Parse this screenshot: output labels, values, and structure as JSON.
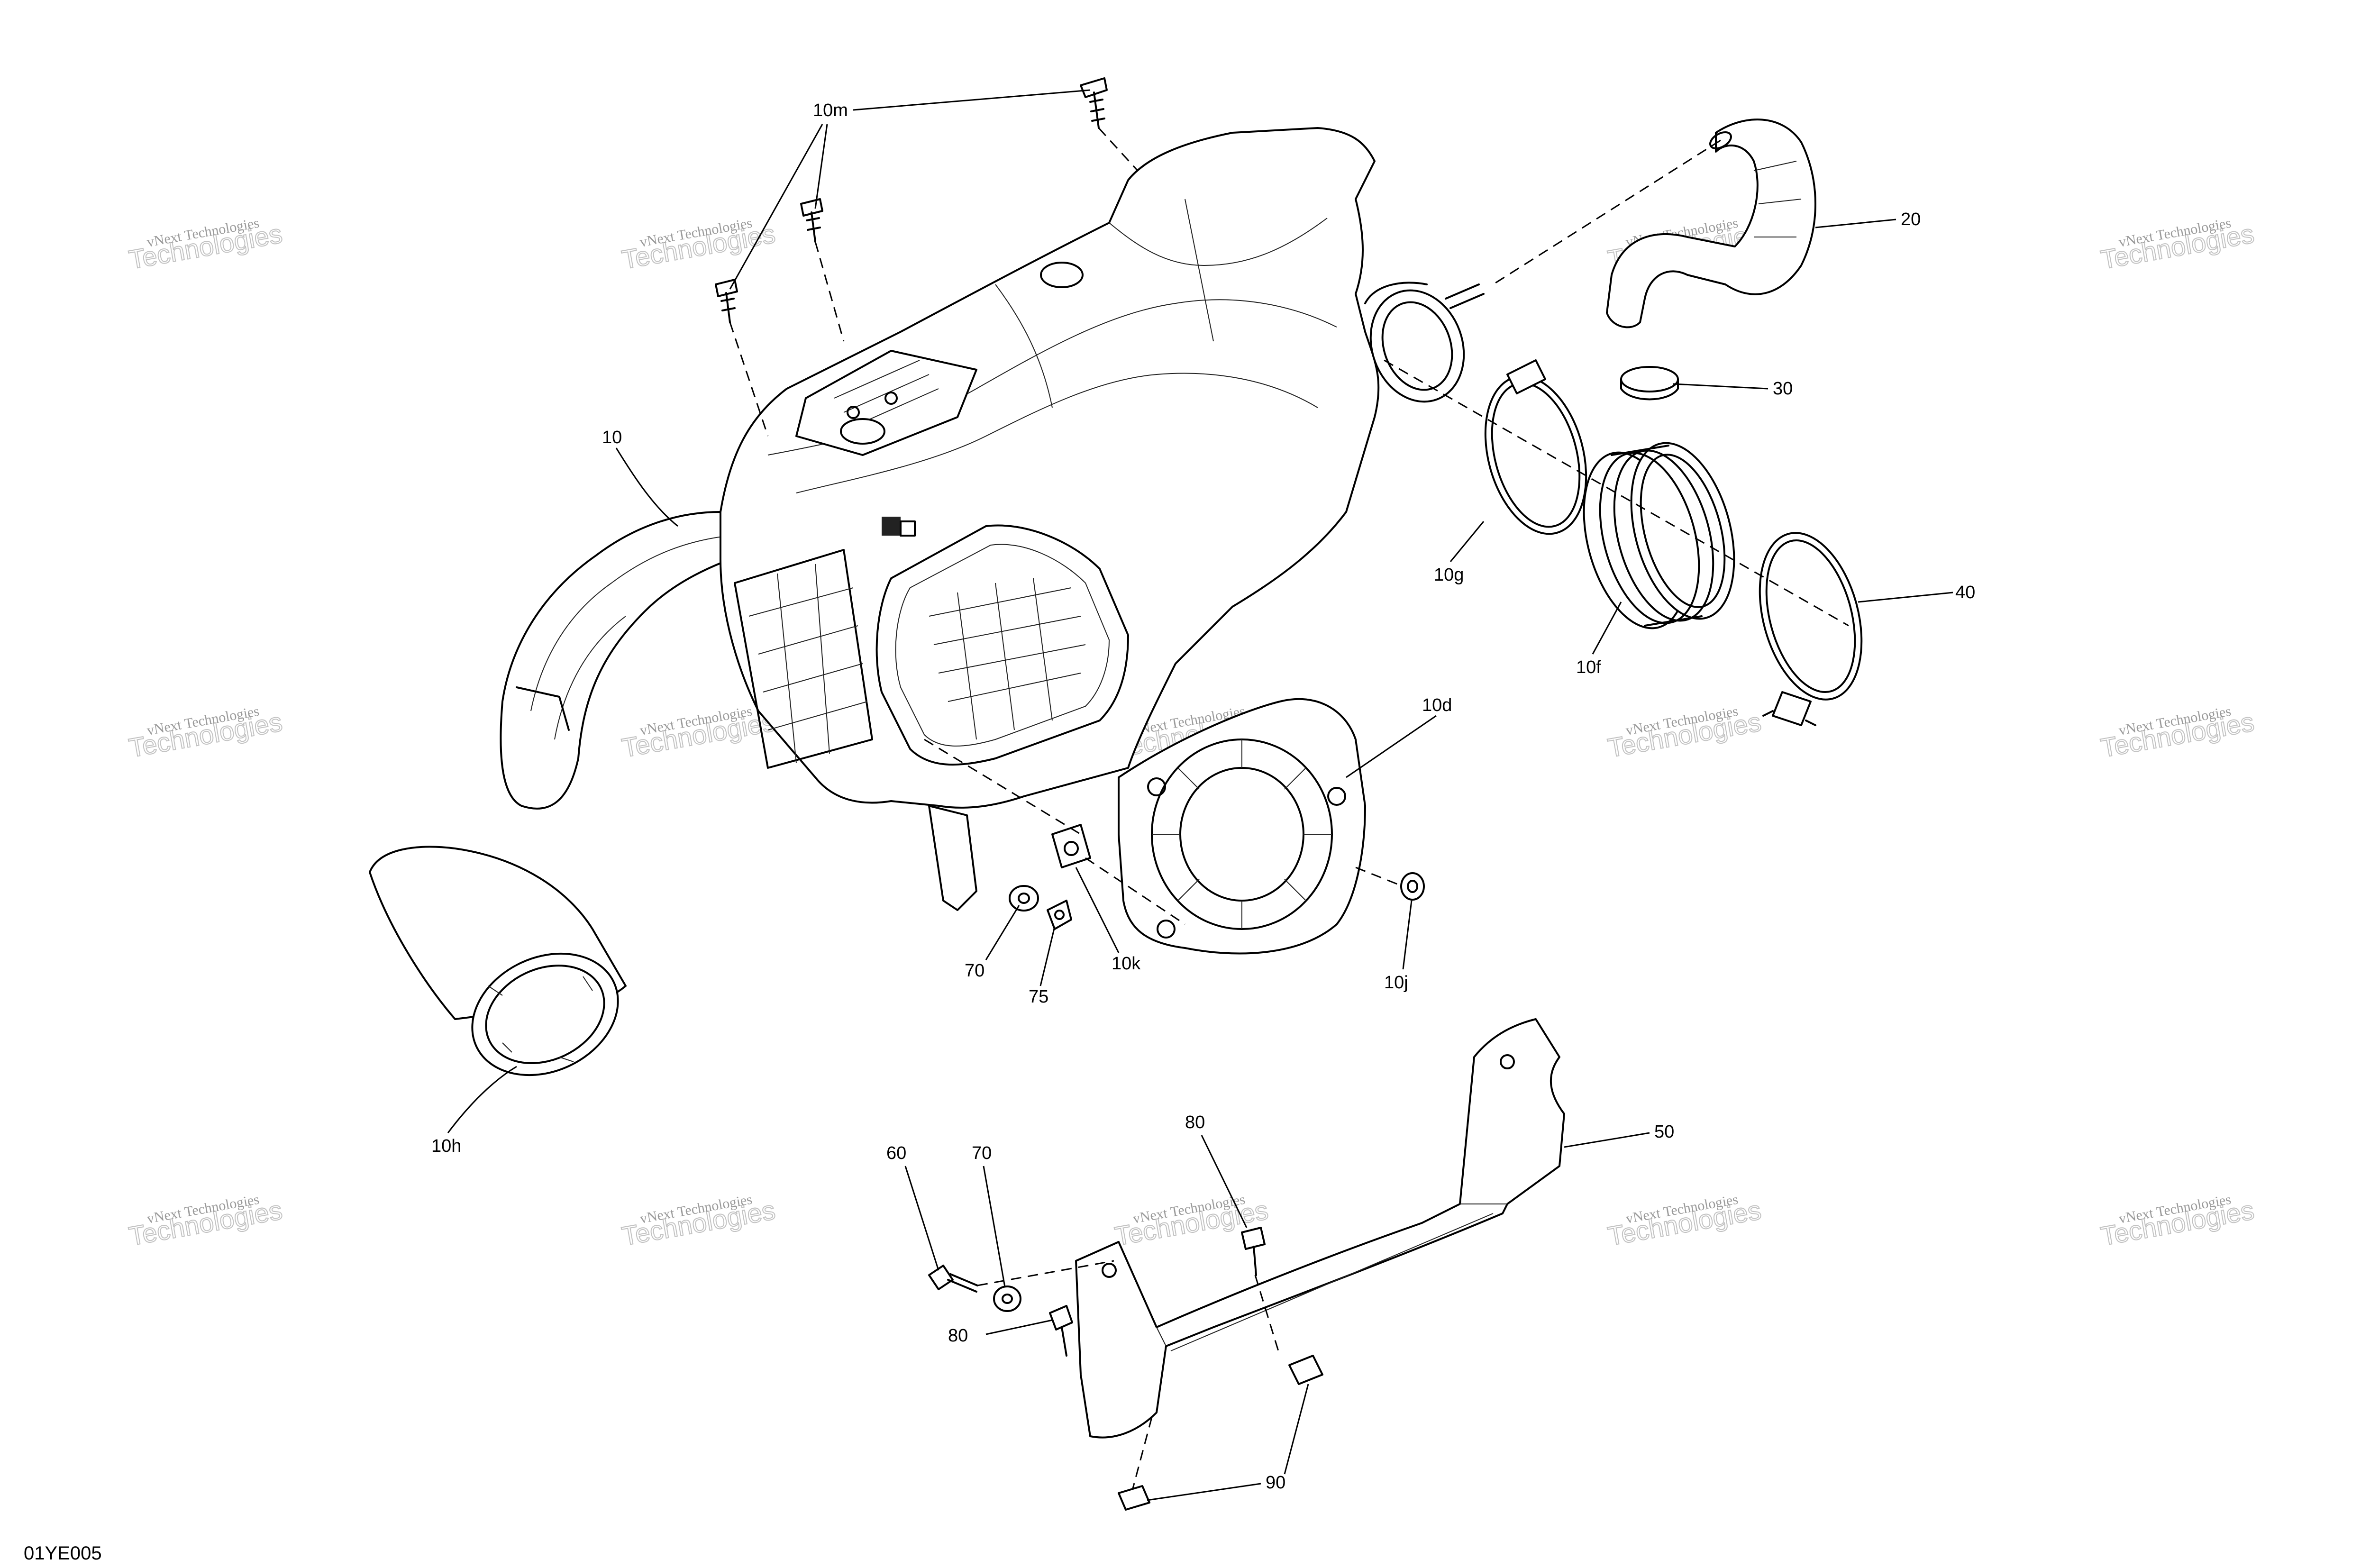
{
  "figure_code": "01YE005",
  "watermark": {
    "line1": "vNext Technologies",
    "line2": "Technologies"
  },
  "callouts": {
    "c10m": "10m",
    "c10": "10",
    "c20": "20",
    "c30": "30",
    "c10g": "10g",
    "c40": "40",
    "c10f": "10f",
    "c10d": "10d",
    "c10j": "10j",
    "c10k": "10k",
    "c70a": "70",
    "c75": "75",
    "c10h": "10h",
    "c60": "60",
    "c70b": "70",
    "c80a": "80",
    "c80b": "80",
    "c50": "50",
    "c90": "90"
  }
}
